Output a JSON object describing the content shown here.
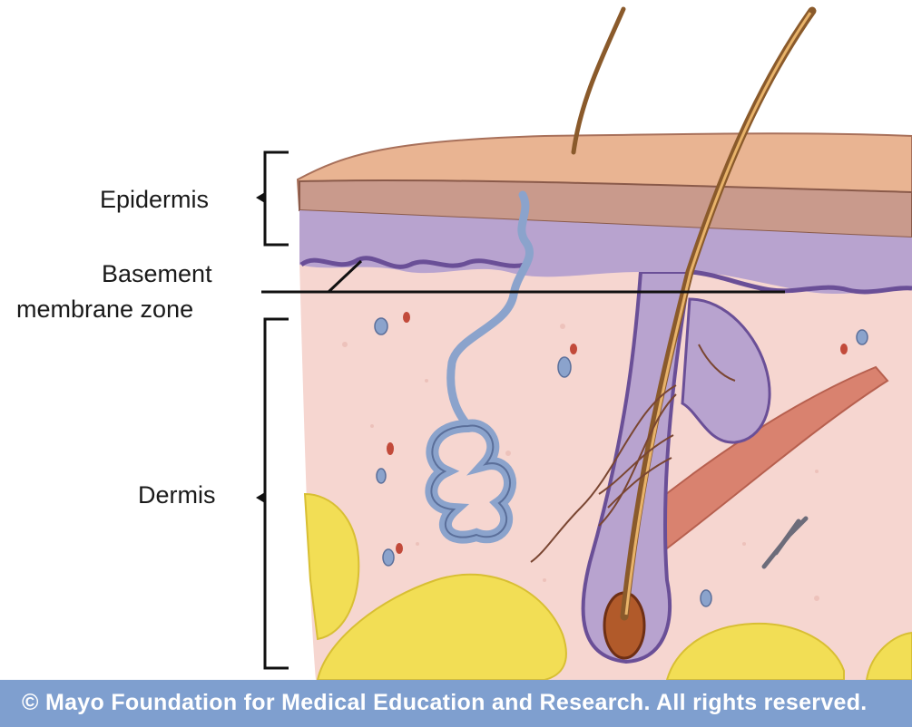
{
  "labels": {
    "epidermis": "Epidermis",
    "basement_line1": "Basement",
    "basement_line2": "membrane zone",
    "dermis": "Dermis"
  },
  "footer": {
    "text": "© Mayo Foundation for Medical Education and Research.  All rights reserved."
  },
  "colors": {
    "epidermis_surface": "#e9b492",
    "epidermis_layer": "#c99a8c",
    "basement_layer": "#b8a3cf",
    "basement_wave": "#6a4f97",
    "dermis": "#f6d6d0",
    "fat": "#f2de55",
    "sweat_gland": "#8ba3cc",
    "hair": "#8a5a2b",
    "follicle": "#9b86c0",
    "muscle": "#d9826f",
    "footer_band": "#7f9fcf"
  }
}
